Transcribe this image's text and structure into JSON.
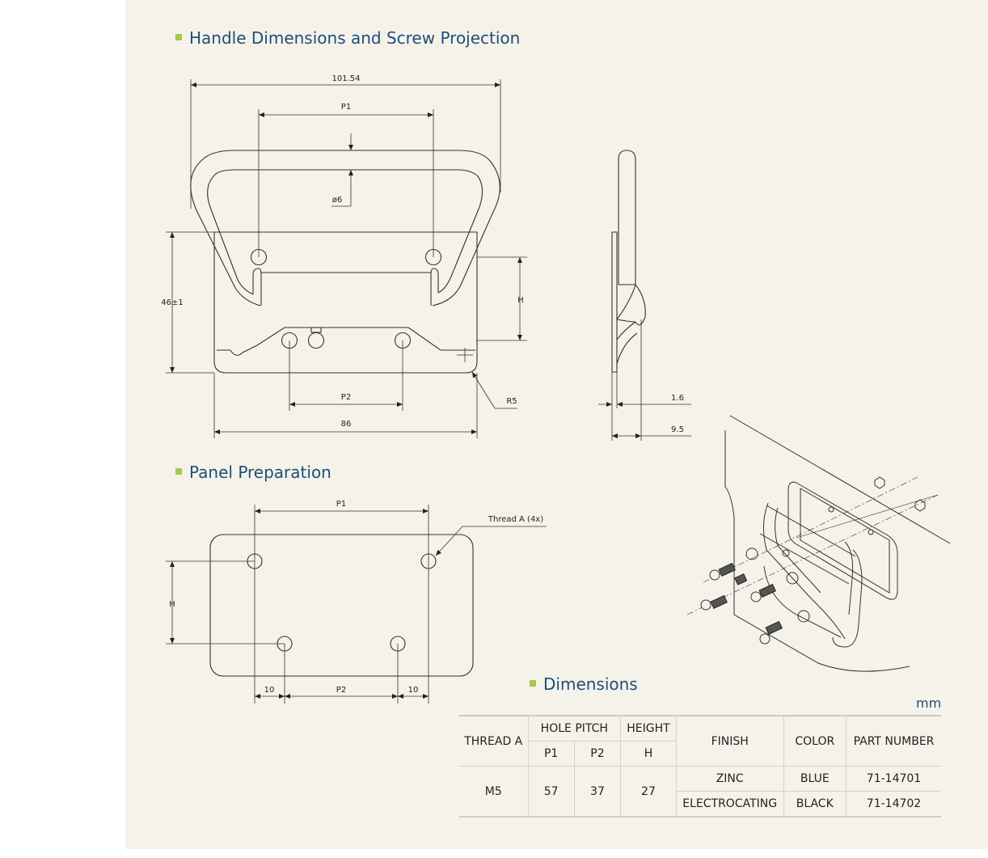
{
  "sections": {
    "handle_title": "Handle Dimensions and Screw Projection",
    "panel_title": "Panel Preparation",
    "dimensions_title": "Dimensions"
  },
  "handle_drawing": {
    "overall_width": "101.54",
    "p1": "P1",
    "diameter": "ø6",
    "height": "46±1",
    "h": "H",
    "p2": "P2",
    "base_width": "86",
    "radius": "R5"
  },
  "side_view": {
    "thickness": "1.6",
    "projection": "9.5"
  },
  "panel_drawing": {
    "p1": "P1",
    "thread_note": "Thread A (4x)",
    "h": "H",
    "edge_left": "10",
    "p2": "P2",
    "edge_right": "10"
  },
  "table": {
    "unit": "mm",
    "headers": {
      "thread": "THREAD A",
      "hole_pitch": "HOLE PITCH",
      "height": "HEIGHT",
      "finish": "FINISH",
      "color": "COLOR",
      "part_number": "PART NUMBER",
      "p1": "P1",
      "p2": "P2",
      "h": "H"
    },
    "thread": "M5",
    "p1": "57",
    "p2": "37",
    "h": "27",
    "rows": [
      {
        "finish": "ZINC",
        "color": "BLUE",
        "part_number": "71-14701"
      },
      {
        "finish": "ELECTROCATING",
        "color": "BLACK",
        "part_number": "71-14702"
      }
    ]
  }
}
